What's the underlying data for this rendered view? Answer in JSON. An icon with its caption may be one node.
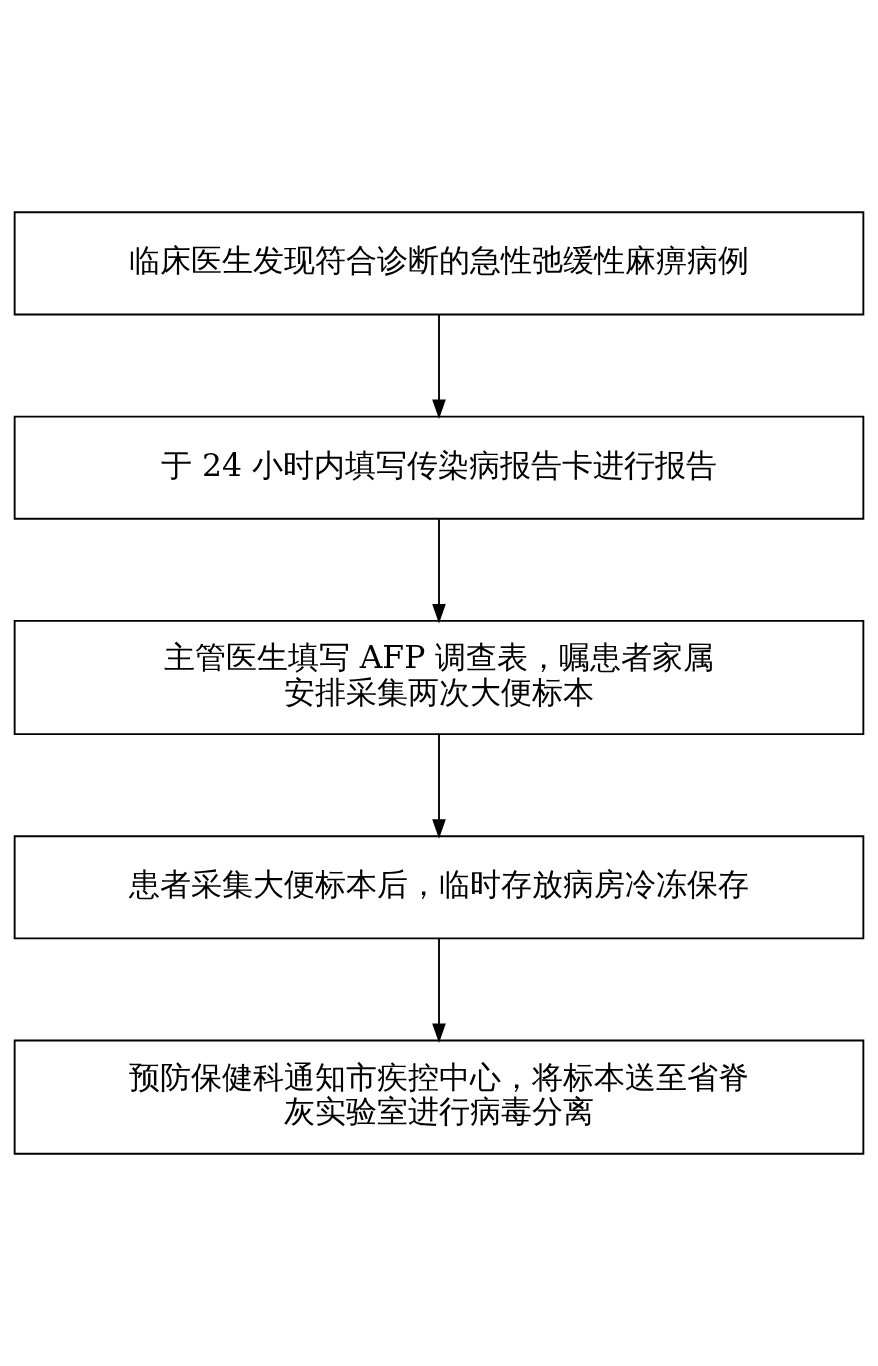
{
  "diagram": {
    "nodes": [
      {
        "text": [
          "临床医生发现符合诊断的急性弛缓性麻痹病例"
        ]
      },
      {
        "text": [
          "于 24 小时内填写传染病报告卡进行报告"
        ]
      },
      {
        "text": [
          "主管医生填写 AFP 调查表，嘱患者家属安排采集两次大便标本"
        ]
      },
      {
        "text": [
          "患者采集大便标本后，临时存放病房冷冻保存"
        ]
      },
      {
        "text": [
          "预防保健科通知市疾控中心，将标本送至省脊灰实验室进行病毒分离"
        ]
      }
    ],
    "edges": [
      {
        "from": 0,
        "to": 1,
        "arrow": "to"
      },
      {
        "from": 1,
        "to": 2,
        "arrow": "to"
      },
      {
        "from": 2,
        "to": 3,
        "arrow": "to"
      },
      {
        "from": 3,
        "to": 4,
        "arrow": "to"
      }
    ]
  }
}
